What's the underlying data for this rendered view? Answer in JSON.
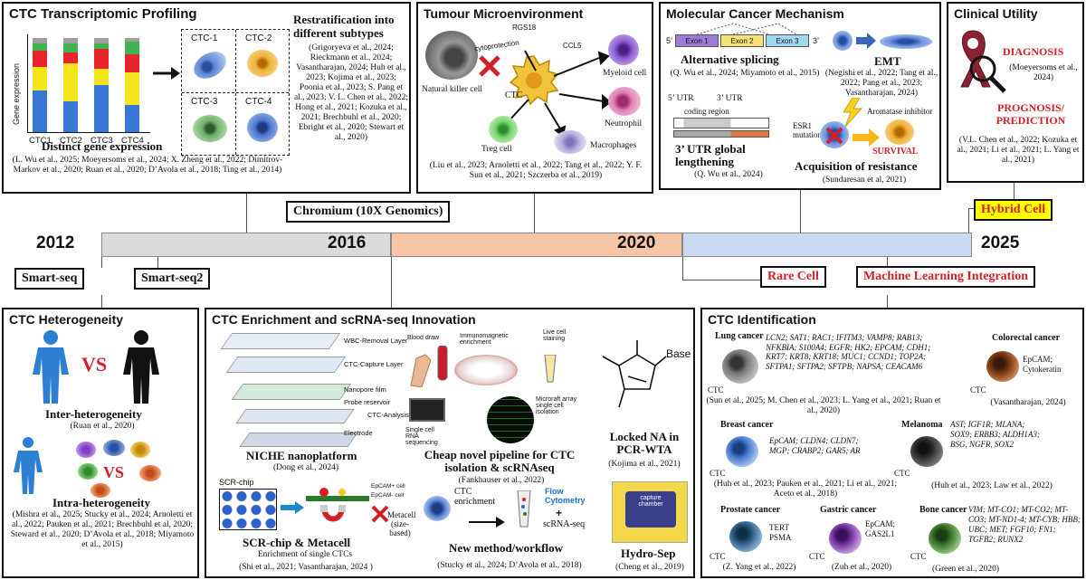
{
  "colors": {
    "timeline_grey": "#dcdcdc",
    "timeline_peach": "#f7c6a6",
    "timeline_blue": "#c9daf5",
    "accent_red": "#d2202a",
    "hybrid_yellow": "#ffff00"
  },
  "profiling": {
    "title": "CTC Transcriptomic Profiling",
    "ylabel": "Gene expression",
    "bars": [
      "CTC1",
      "CTC2",
      "CTC3",
      "CTC4"
    ],
    "subtypes": [
      "CTC-1",
      "CTC-2",
      "CTC-3",
      "CTC-4"
    ],
    "restrat_title": "Restratification into different subtypes",
    "restrat_refs": "(Grigoryeva et al., 2024; Rieckmann et al., 2024; Vasantharajan, 2024; Huh et al., 2023; Kojima et al., 2023; Poonia et al., 2023; S. Pang et al., 2023; V. L. Chen et al., 2022; Hong et al., 2021; Kozuka et al., 2021; Brechbuhl et al., 2020; Ebright et al., 2020; Stewart et al., 2020)",
    "distinct_title": "Distinct gene expression",
    "distinct_refs": "(L. Wu et al., 2025; Moeyersoms et al., 2024; X. Zheng et al., 2022; Dimitrov-Markov et al., 2020; Ruan et al., 2020; D’Avola et al., 2018; Ting et al., 2014)"
  },
  "tme": {
    "title": "Tumour Microenvironment",
    "nk": "Natural killer cell",
    "cyto": "cytoprotection",
    "rgs": "RGS18",
    "ccl": "CCL5",
    "ctc": "CTC",
    "myeloid": "Myeloid cell",
    "neutrophil": "Neutrophil",
    "macrophages": "Macrophages",
    "treg": "Treg cell",
    "refs": "(Liu et al., 2023; Arnoletti et al., 2022; Tang et al., 2022; Y. F. Sun et al., 2021; Szczerba et al., 2019)"
  },
  "mechanism": {
    "title": "Molecular Cancer Mechanism",
    "five": "5’",
    "three": "3’",
    "exons": [
      "Exon 1",
      "Exon 2",
      "Exon 3"
    ],
    "alt_title": "Alternative splicing",
    "alt_refs": "(Q. Wu et al., 2024; Miyamoto et al., 2015)",
    "emt": "EMT",
    "emt_refs": "(Negishi et al., 2022; Tang et al., 2022; Pang et al., 2023; Vasantharajan, 2024)",
    "utr5": "5’ UTR",
    "utr3": "3’ UTR",
    "coding": "coding region",
    "utr_title": "3’ UTR global lengthening",
    "utr_refs": "(Q. Wu et al., 2024)",
    "esr": "ESR1 mutation",
    "aromatase": "Aromatase inhibitor",
    "survival": "SURVIVAL",
    "resist_title": "Acquisition of resistance",
    "resist_refs": "(Sundaresan et al, 2021)"
  },
  "clinical": {
    "title": "Clinical Utility",
    "diagnosis": "DIAGNOSIS",
    "diag_refs": "(Moeyersoms et al., 2024)",
    "prognosis": "PROGNOSIS/ PREDICTION",
    "prog_refs": "(V.L. Chen et al., 2022; Kozuka et al., 2021; Li et al., 2021; L. Yang et al., 2021)"
  },
  "timeline": {
    "y2012": "2012",
    "y2016": "2016",
    "y2020": "2020",
    "y2025": "2025",
    "chromium": "Chromium (10X Genomics)",
    "hybrid": "Hybrid Cell",
    "smartseq": "Smart-seq",
    "smartseq2": "Smart-seq2",
    "rare": "Rare Cell",
    "ml": "Machine Learning Integration"
  },
  "heterogeneity": {
    "title": "CTC Heterogeneity",
    "vs": "VS",
    "inter": "Inter-heterogeneity",
    "inter_refs": "(Ruan et al., 2020)",
    "intra": "Intra-heterogeneity",
    "intra_refs": "(Mishra et al., 2025; Stucky et al., 2024; Arnoletti et al., 2022; Pauken et al., 2021; Brechbuhl et al, 2020; Steward et al., 2020; D’Avola et al., 2018; Miyamoto et al., 2015)"
  },
  "enrichment": {
    "title": "CTC Enrichment and scRNA-seq Innovation",
    "layers": [
      "WBC-Removal Layer",
      "CTC-Capture Layer",
      "Nanopore film",
      "Probe reservoir",
      "CTC-Analysis Layer",
      "Electrode"
    ],
    "niche": "NICHE nanoplatform",
    "niche_refs": "(Dong et al., 2024)",
    "pipeline_steps": [
      "Blood draw",
      "Immunomagnetic enrichment",
      "Live cell staining",
      "Microraft array single cell isolation",
      "Single cell RNA sequencing"
    ],
    "pipeline_title": "Cheap novel pipeline for CTC isolation & scRNAseq",
    "pipeline_refs": "(Fankhauser et al., 2022)",
    "base": "Base",
    "lna": "Locked NA in PCR-WTA",
    "lna_refs": "(Kojima et al., 2021)",
    "scr_label": "SCR-chip",
    "epcam_pos": "EpCAM+ cell",
    "epcam_neg": "EpCAM- cell",
    "metacell": "Metacell (size-based)",
    "scr_title": "SCR-chip & Metacell",
    "scr_sub": "Enrichment of single CTCs",
    "scr_refs": "(Shi et al., 2021; Vasantharajan, 2024 )",
    "ctc_enrich": "CTC enrichment",
    "flow": "Flow Cytometry",
    "scrna": "scRNA-seq",
    "new_title": "New method/workflow",
    "new_refs": "(Stucky et al., 2024; D’Avola et al., 2018)",
    "capture": "capture chamber",
    "hydro": "Hydro-Sep",
    "hydro_refs": "(Cheng et al., 2019)"
  },
  "identification": {
    "title": "CTC Identification",
    "ctc": "CTC",
    "lung": "Lung cancer",
    "lung_genes": "LCN2; SAT1; RAC1; IFITM3; VAMP8; RAB13; NFKBIA; S100A4; EGFR; HK2; EPCAM; CDH1; KRT7; KRT8; KRT18; MUC1; CCND1; TOP2A; SFTPA1; SFTPA2; SFTPB; NAPSA; CEACAM6",
    "lung_refs": "(Sun et al., 2025; M. Chen et al., 2023; L. Yang et al., 2021; Ruan et al., 2020)",
    "colorectal": "Colorectal cancer",
    "colorectal_genes": "EpCAM; Cytokeratin",
    "colorectal_refs": "(Vasantharajan, 2024)",
    "breast": "Breast cancer",
    "breast_genes": "EpCAM; CLDN4; CLDN7; MGP; CRABP2; GAR5; AR",
    "breast_refs": "(Huh et al., 2023; Pauken et al., 2021; Li et al., 2021; Aceto et al., 2018)",
    "melanoma": "Melanoma",
    "melanoma_genes": "AST; IGF1R; MLANA; SOX9; ERBB3; ALDH1A3; BSG, NGFR, SOX2",
    "melanoma_refs": "(Huh et al., 2023; Law et al., 2022)",
    "prostate": "Prostate cancer",
    "prostate_genes": "TERT PSMA",
    "prostate_refs": "(Z. Yang et al., 2022)",
    "gastric": "Gastric cancer",
    "gastric_genes": "EpCAM; GAS2L1",
    "gastric_refs": "(Zuh et al., 2020)",
    "bone": "Bone cancer",
    "bone_genes": "VIM; MT-CO1; MT-CO2; MT-CO3; MT-ND1-4; MT-CYB; HBB; UBC; MET; FGF10; FN1; TGFB2; RUNX2",
    "bone_refs": "(Green et al., 2020)"
  }
}
